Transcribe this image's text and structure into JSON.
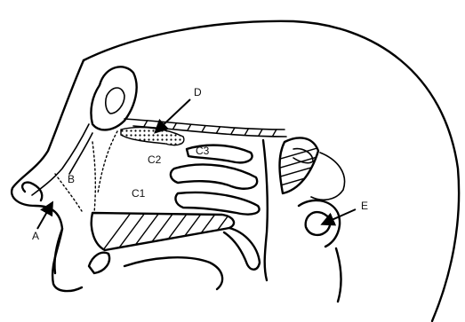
{
  "labels": {
    "a": "A",
    "b": "B",
    "c1": "C1",
    "c2": "C2",
    "c3": "C3",
    "d": "D",
    "e": "E"
  }
}
